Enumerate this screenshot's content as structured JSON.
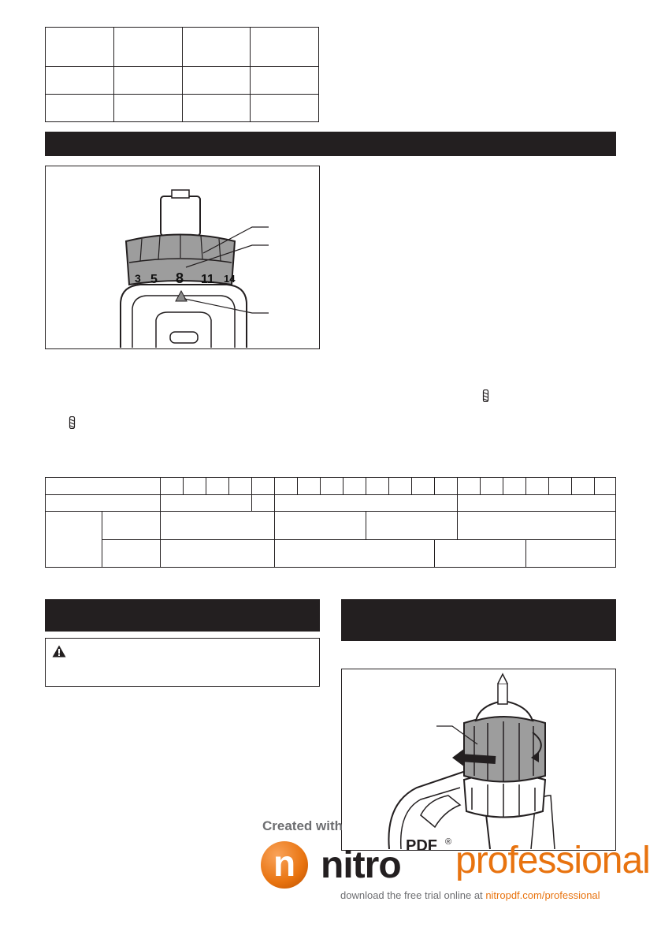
{
  "dial_figure": {
    "numbers": [
      "3",
      "5",
      "8",
      "11",
      "14"
    ]
  },
  "bit_icon": "drill-bit-icon",
  "warning_icon": "warning-triangle-icon",
  "watermark": {
    "created_with": "Created with",
    "logo_letter": "n",
    "brand": "nitro",
    "brand_sup": "PDF",
    "registered": "®",
    "edition": "professional",
    "footer_prefix": "download the free trial online at",
    "footer_link": "nitropdf.com/professional"
  },
  "colors": {
    "ink": "#231f20",
    "watermark_gray": "#6d6e71",
    "watermark_orange": "#e8730f"
  }
}
